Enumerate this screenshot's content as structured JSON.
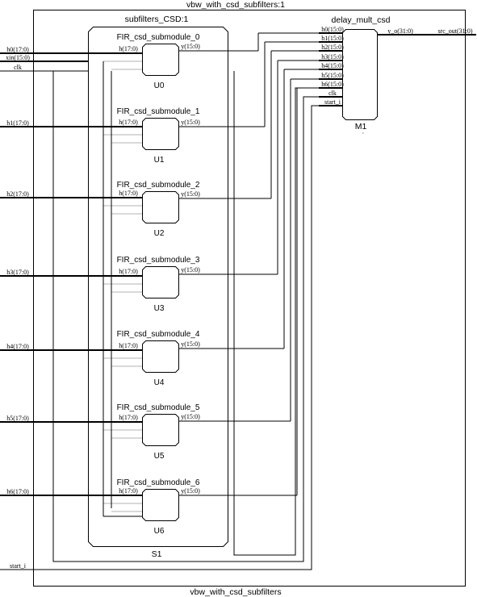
{
  "top": {
    "title": "vbw_with_csd_subfilters:1",
    "footer": "vbw_with_csd_subfilters"
  },
  "top_ports": [
    "h0(17:0)",
    "xin(15:0)",
    "clk",
    "h1(17:0)",
    "h2(17:0)",
    "h3(17:0)",
    "h4(17:0)",
    "h5(17:0)",
    "h6(17:0)",
    "start_i"
  ],
  "out_port": "src_out(31:0)",
  "subfilters": {
    "title": "subfilters_CSD:1",
    "instance": "S1"
  },
  "submodules": [
    {
      "title": "FIR_csd_submodule_0",
      "instance": "U0",
      "in_pin": "h(17:0)",
      "out_pin": "y(15:0)"
    },
    {
      "title": "FIR_csd_submodule_1",
      "instance": "U1",
      "in_pin": "h(17:0)",
      "out_pin": "y(15:0)"
    },
    {
      "title": "FIR_csd_submodule_2",
      "instance": "U2",
      "in_pin": "h(17:0)",
      "out_pin": "y(15:0)"
    },
    {
      "title": "FIR_csd_submodule_3",
      "instance": "U3",
      "in_pin": "h(17:0)",
      "out_pin": "y(15:0)"
    },
    {
      "title": "FIR_csd_submodule_4",
      "instance": "U4",
      "in_pin": "h(17:0)",
      "out_pin": "y(15:0)"
    },
    {
      "title": "FIR_csd_submodule_5",
      "instance": "U5",
      "in_pin": "h(17:0)",
      "out_pin": "y(15:0)"
    },
    {
      "title": "FIR_csd_submodule_6",
      "instance": "U6",
      "in_pin": "h(17:0)",
      "out_pin": "y(15:0)"
    }
  ],
  "delay_mult": {
    "title": "delay_mult_csd",
    "instance": "M1",
    "in_pins": [
      "h0(15:0)",
      "h1(15:0)",
      "h2(15:0)",
      "h3(15:0)",
      "h4(15:0)",
      "h5(15:0)",
      "h6(15:0)",
      "clk",
      "start_i"
    ],
    "out_pin": "y_o(31:0)"
  }
}
